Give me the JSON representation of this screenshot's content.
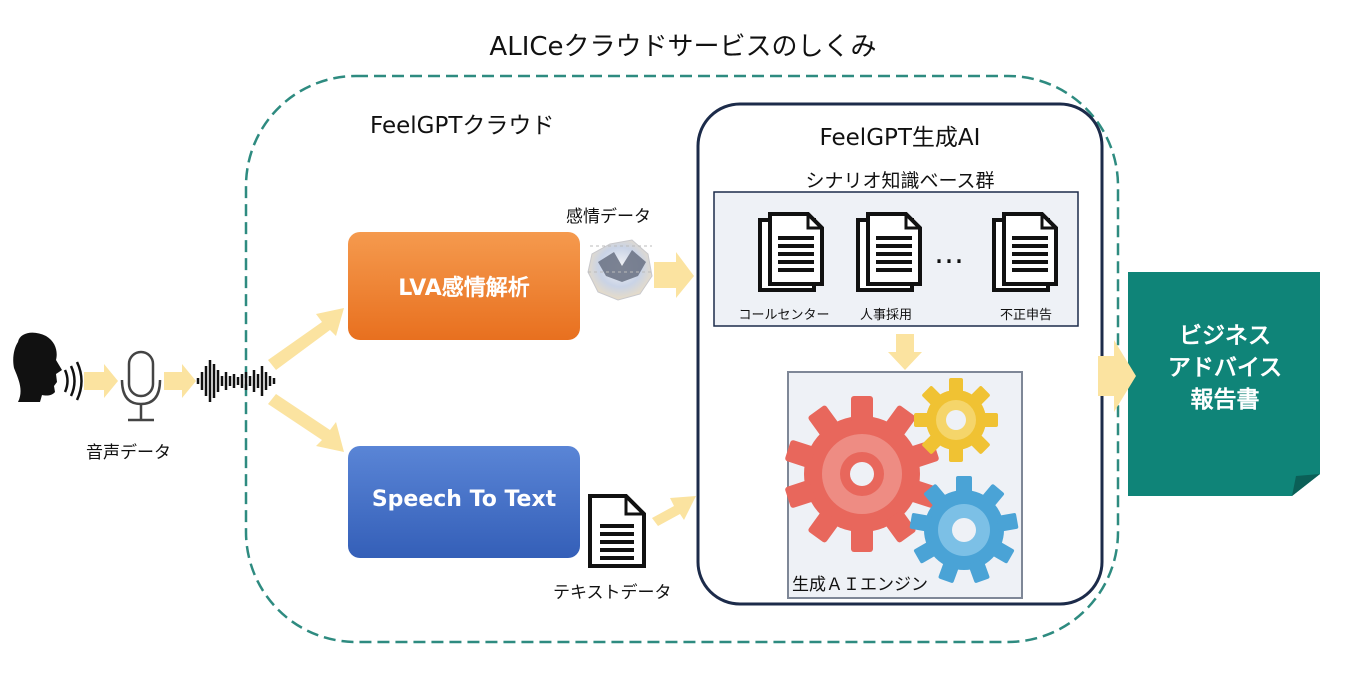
{
  "title": "ALICeクラウドサービスのしくみ",
  "cloud": {
    "label": "FeelGPTクラウド"
  },
  "input": {
    "voice_data_label": "音声データ"
  },
  "analysis": {
    "lva_label": "LVA感情解析",
    "emotion_data_label": "感情データ",
    "stt_label": "Speech To Text",
    "text_data_label": "テキストデータ"
  },
  "ai": {
    "label": "FeelGPT生成AI",
    "knowledge_base_label": "シナリオ知識ベース群",
    "documents": [
      {
        "label": "コールセンター"
      },
      {
        "label": "人事採用"
      },
      {
        "label": "不正申告"
      }
    ],
    "ellipsis": "…",
    "engine_label": "生成ＡＩエンジン"
  },
  "output": {
    "report_label": "ビジネス\nアドバイス\n報告書"
  },
  "colors": {
    "lva_box": "#ee7a2b",
    "stt_box": "#3f6fc6",
    "report": "#0f8478",
    "arrow": "#fbe3a0",
    "cloud_border": "#2e8b80",
    "ai_border": "#1c2b4a",
    "gear_red": "#e8675c",
    "gear_yellow": "#f0c233",
    "gear_blue": "#4aa3d6"
  }
}
